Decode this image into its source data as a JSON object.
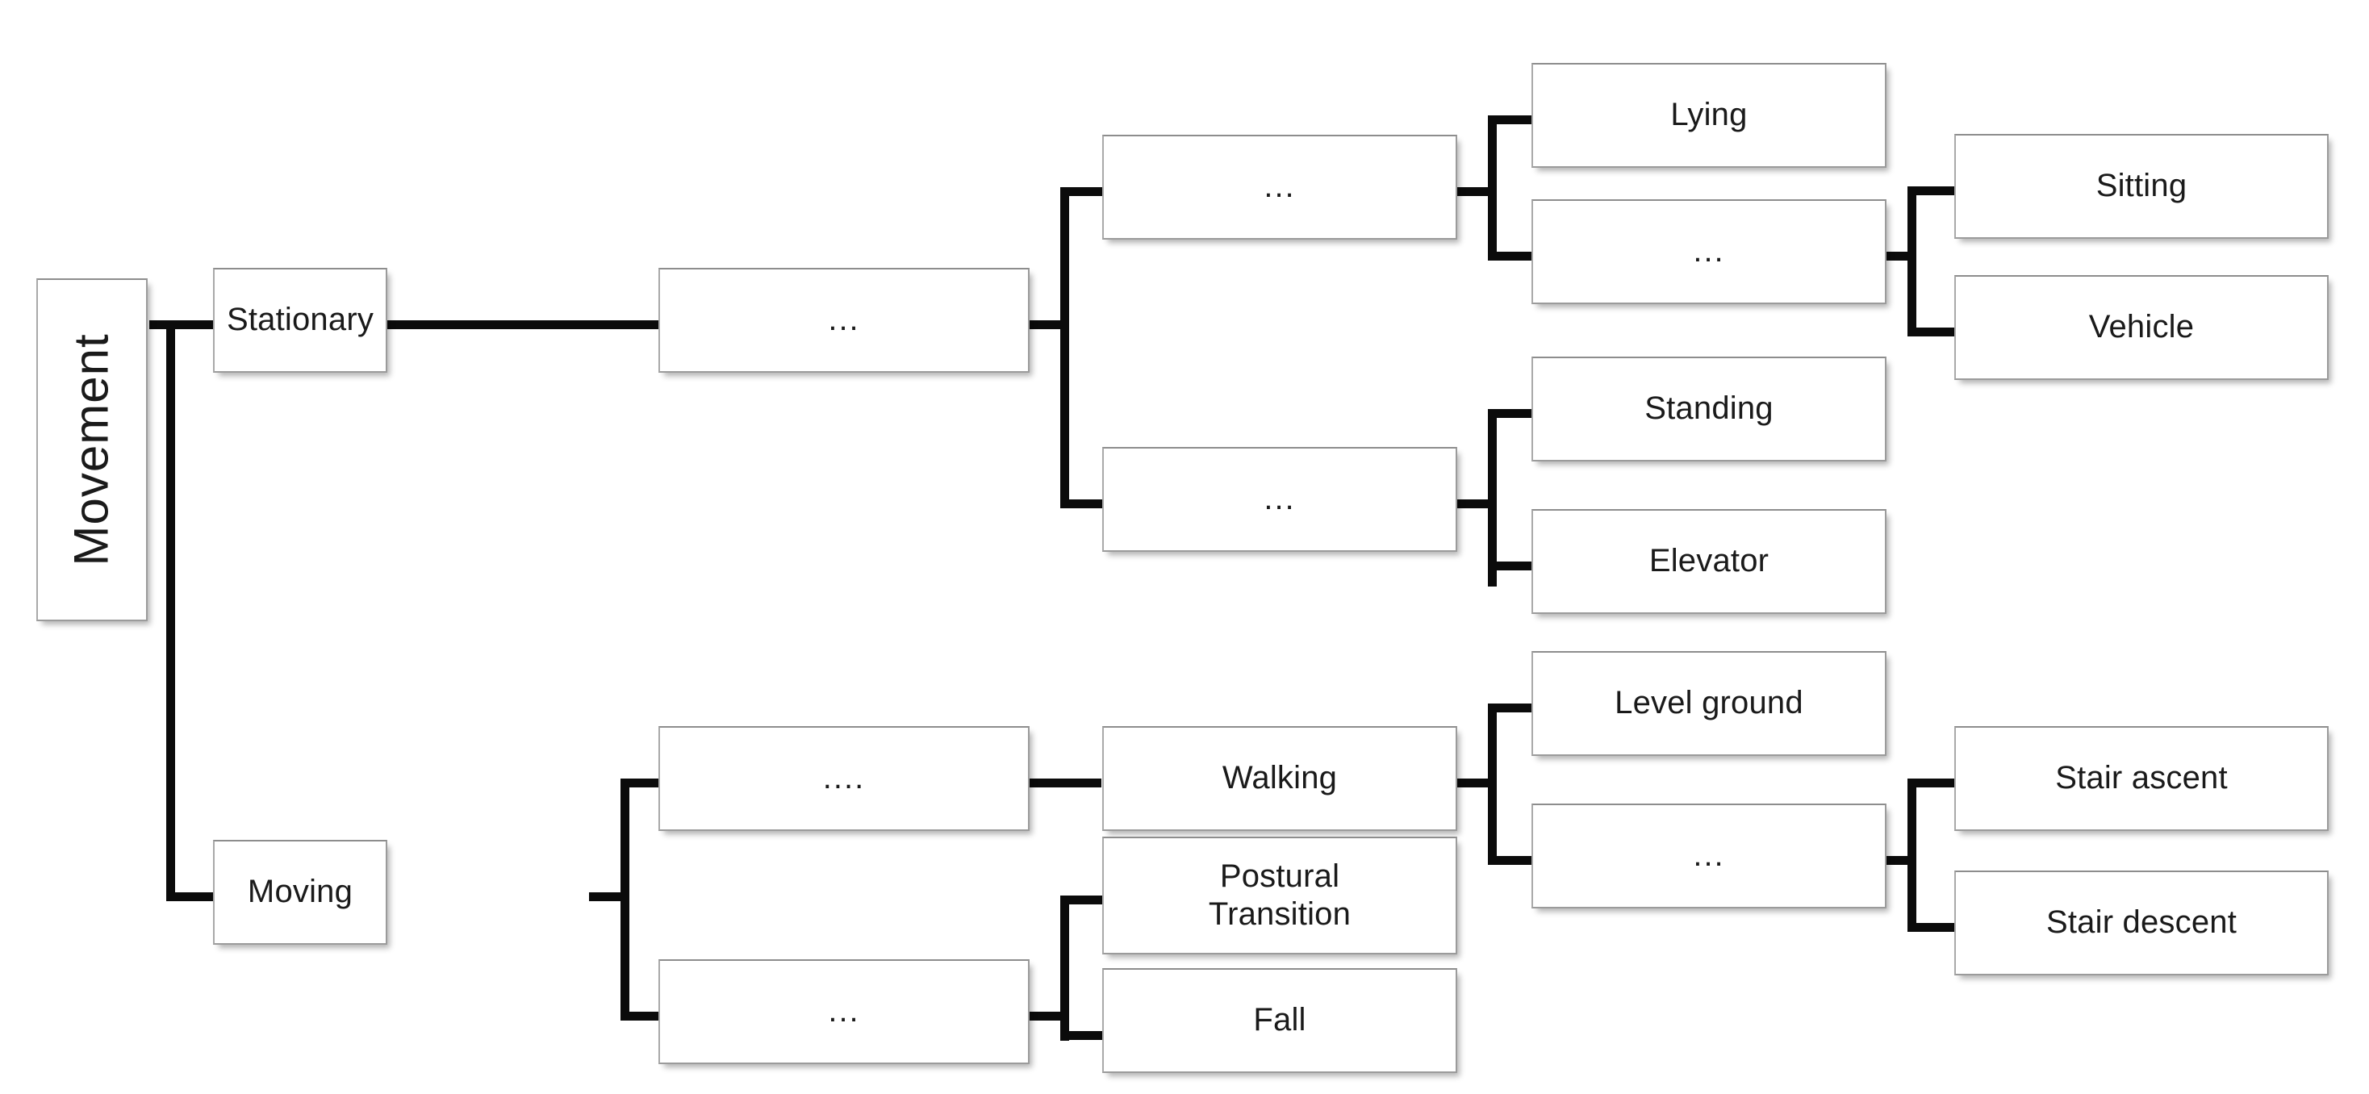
{
  "diagram": {
    "title": "Movement",
    "type": "hierarchy-tree",
    "orientation": "left-to-right",
    "background_color": "#ffffff",
    "box_border_color": "#9b9b9b",
    "connector_color": "#0b0b0b",
    "text_color": "#1a1a1a"
  },
  "nodes": {
    "root": {
      "label": "Movement"
    },
    "level1": [
      {
        "id": "stationary",
        "label": "Stationary"
      },
      {
        "id": "moving",
        "label": "Moving"
      }
    ],
    "level2": [
      {
        "id": "stationary-sub",
        "label": "..."
      },
      {
        "id": "moving-sub-a",
        "label": "...."
      },
      {
        "id": "moving-sub-b",
        "label": "..."
      }
    ],
    "level3": [
      {
        "id": "stationary-sub-a",
        "label": "..."
      },
      {
        "id": "stationary-sub-b",
        "label": "..."
      },
      {
        "id": "walking",
        "label": "Walking"
      },
      {
        "id": "postural-transition",
        "label": "Postural\nTransition"
      },
      {
        "id": "fall",
        "label": "Fall"
      }
    ],
    "level4": [
      {
        "id": "lying",
        "label": "Lying"
      },
      {
        "id": "lying-sibling",
        "label": "..."
      },
      {
        "id": "standing",
        "label": "Standing"
      },
      {
        "id": "elevator",
        "label": "Elevator"
      },
      {
        "id": "level-ground",
        "label": "Level ground"
      },
      {
        "id": "stairs-group",
        "label": "..."
      }
    ],
    "level5": [
      {
        "id": "sitting",
        "label": "Sitting"
      },
      {
        "id": "vehicle",
        "label": "Vehicle"
      },
      {
        "id": "stair-ascent",
        "label": "Stair ascent"
      },
      {
        "id": "stair-descent",
        "label": "Stair descent"
      }
    ]
  }
}
